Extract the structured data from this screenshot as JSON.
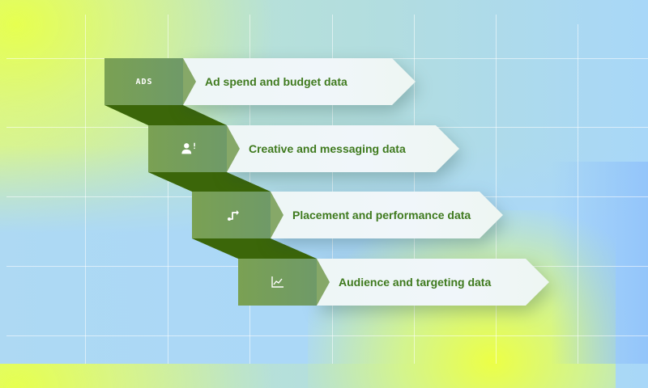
{
  "diagram": {
    "type": "staircase-arrow-steps",
    "colors": {
      "block_green": "#77a05a",
      "connector_dark": "#3b6609",
      "label_text": "#3f7a1e",
      "arrow_fill": "#eef6f8"
    },
    "steps": [
      {
        "icon": "ads-icon",
        "icon_text": "ADS",
        "label": "Ad spend and budget data"
      },
      {
        "icon": "user-alert-icon",
        "icon_text": "",
        "label": "Creative and messaging data"
      },
      {
        "icon": "route-icon",
        "icon_text": "",
        "label": "Placement and performance data"
      },
      {
        "icon": "line-chart-icon",
        "icon_text": "",
        "label": "Audience and targeting data"
      }
    ]
  }
}
